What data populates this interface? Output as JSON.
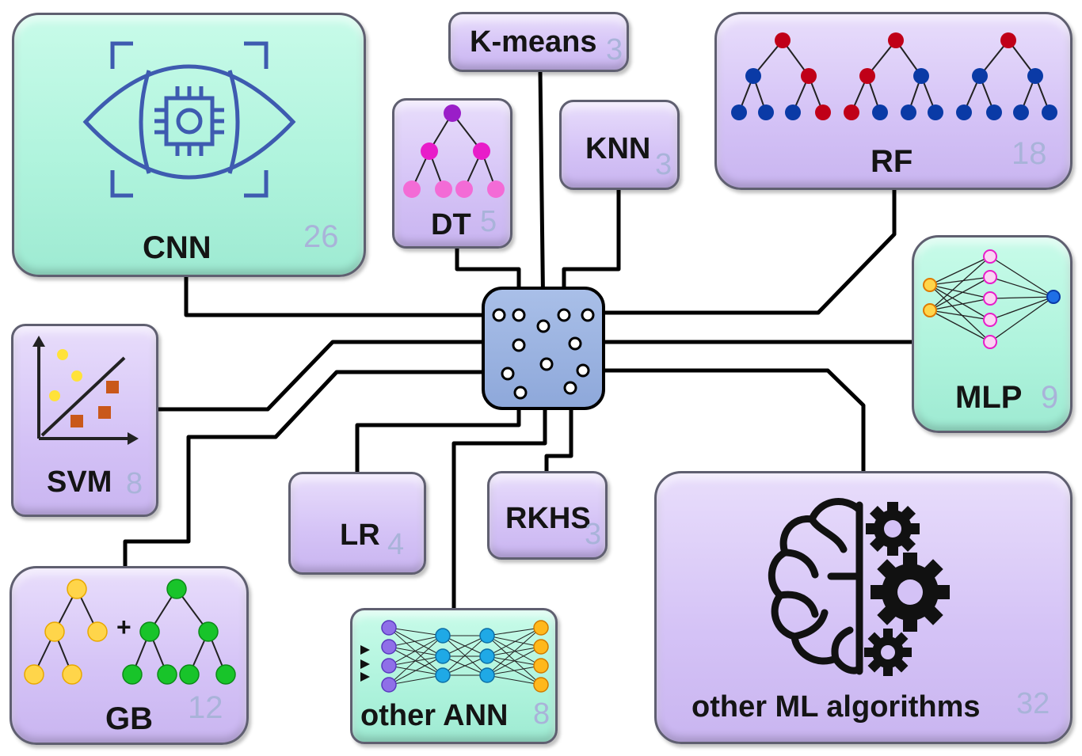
{
  "nodes": {
    "cnn": {
      "label": "CNN",
      "count": "26"
    },
    "kmeans": {
      "label": "K-means",
      "count": "3"
    },
    "dt": {
      "label": "DT",
      "count": "5"
    },
    "knn": {
      "label": "KNN",
      "count": "3"
    },
    "rf": {
      "label": "RF",
      "count": "18"
    },
    "mlp": {
      "label": "MLP",
      "count": "9"
    },
    "svm": {
      "label": "SVM",
      "count": "8"
    },
    "lr": {
      "label": "LR",
      "count": "4"
    },
    "rkhs": {
      "label": "RKHS",
      "count": "3"
    },
    "gb": {
      "label": "GB",
      "count": "12",
      "plus": "+"
    },
    "other_ann": {
      "label": "other ANN",
      "count": "8"
    },
    "other_ml": {
      "label": "other ML algorithms",
      "count": "32"
    }
  },
  "icons": {
    "cnn": "eye-chip-icon",
    "dt": "decision-tree-icon",
    "rf": "random-forest-icon",
    "mlp": "neural-network-icon",
    "svm": "scatter-svm-icon",
    "gb": "boosted-trees-icon",
    "other_ann": "deep-network-icon",
    "other_ml": "brain-gears-icon",
    "hub": "processor-chip-icon"
  },
  "colors": {
    "box_purple": "#d4c2f6",
    "box_teal": "#aef3dc",
    "count_text": "#a9b3d9",
    "chip": "#8ea8da",
    "icon_blue": "#3e5bb0",
    "tree_red": "#c00018",
    "tree_blue": "#0a3aa6",
    "dt_purple": "#9a1ec8",
    "dt_magenta": "#e81cc9",
    "dt_pink": "#f36bd6",
    "yellow": "#ffd54a",
    "green": "#18c42a",
    "orange": "#c9581a",
    "cyan": "#1fa9e6"
  }
}
